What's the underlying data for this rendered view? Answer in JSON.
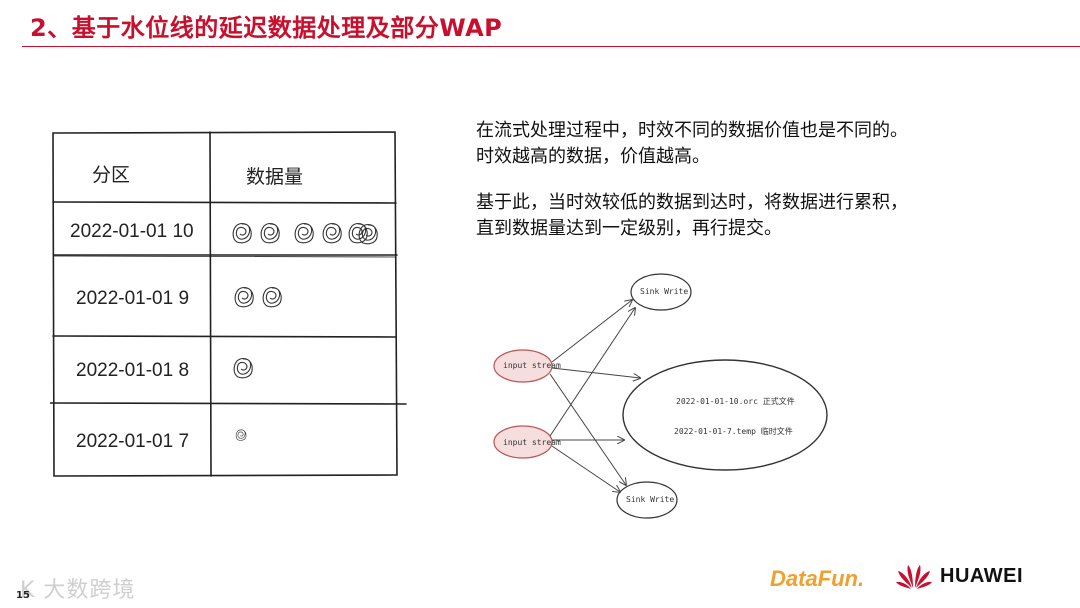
{
  "slide": {
    "title": "2、基于水位线的延迟数据处理及部分WAP",
    "page_number": "15",
    "watermark": "K 大数跨境"
  },
  "table": {
    "headers": [
      "分区",
      "数据量"
    ],
    "rows": [
      {
        "partition": "2022-01-01 10",
        "count": 6
      },
      {
        "partition": "2022-01-01 9",
        "count": 2
      },
      {
        "partition": "2022-01-01 8",
        "count": 1
      },
      {
        "partition": "2022-01-01 7",
        "count": 1
      }
    ]
  },
  "description": {
    "para1": [
      "在流式处理过程中，时效不同的数据价值也是不同的。",
      "时效越高的数据，价值越高。"
    ],
    "para2": [
      "基于此，当时效较低的数据到达时，将数据进行累积，",
      "直到数据量达到一定级别，再行提交。"
    ]
  },
  "diagram": {
    "inputs": [
      "input stream",
      "input stream"
    ],
    "sinks": [
      "Sink Write",
      "Sink Write"
    ],
    "file_formal": "2022-01-01-10.orc 正式文件",
    "file_temp": "2022-01-01-7.temp 临时文件"
  },
  "logos": {
    "datafun": "DataFun.",
    "huawei": "HUAWEI",
    "huawei_color": "#c8102e",
    "datafun_color": "#f0a030"
  }
}
